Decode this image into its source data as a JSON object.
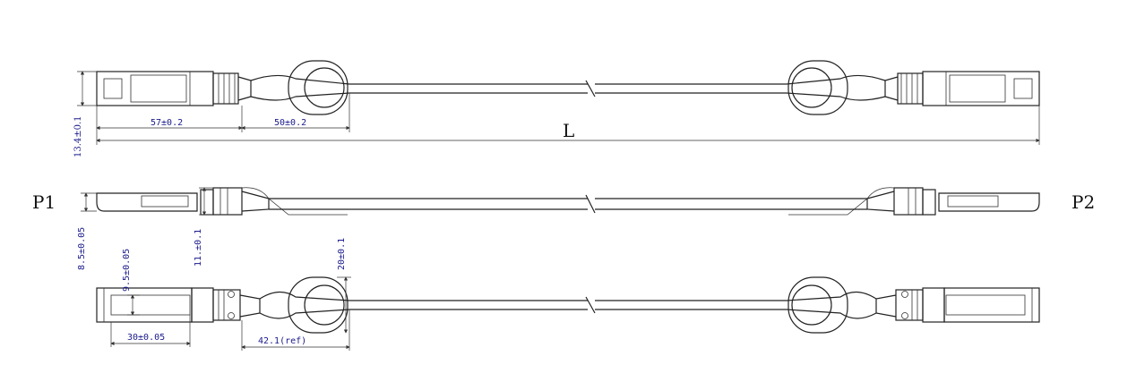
{
  "ports": {
    "left": "P1",
    "right": "P2"
  },
  "dimensions": {
    "overall_length": "L",
    "connector_length": "57±0.2",
    "pull_tab_length": "50±0.2",
    "height": "13.4±0.1",
    "housing_thickness": "8.5±0.05",
    "latch_thickness": "11.±0.1",
    "pull_ring_height": "20±0.1",
    "port_height": "9.5±0.05",
    "port_width": "30±0.05",
    "pull_ring_length": "42.1(ref)"
  },
  "colors": {
    "line": "#222222",
    "dimension_text": "#1a1a8c"
  }
}
